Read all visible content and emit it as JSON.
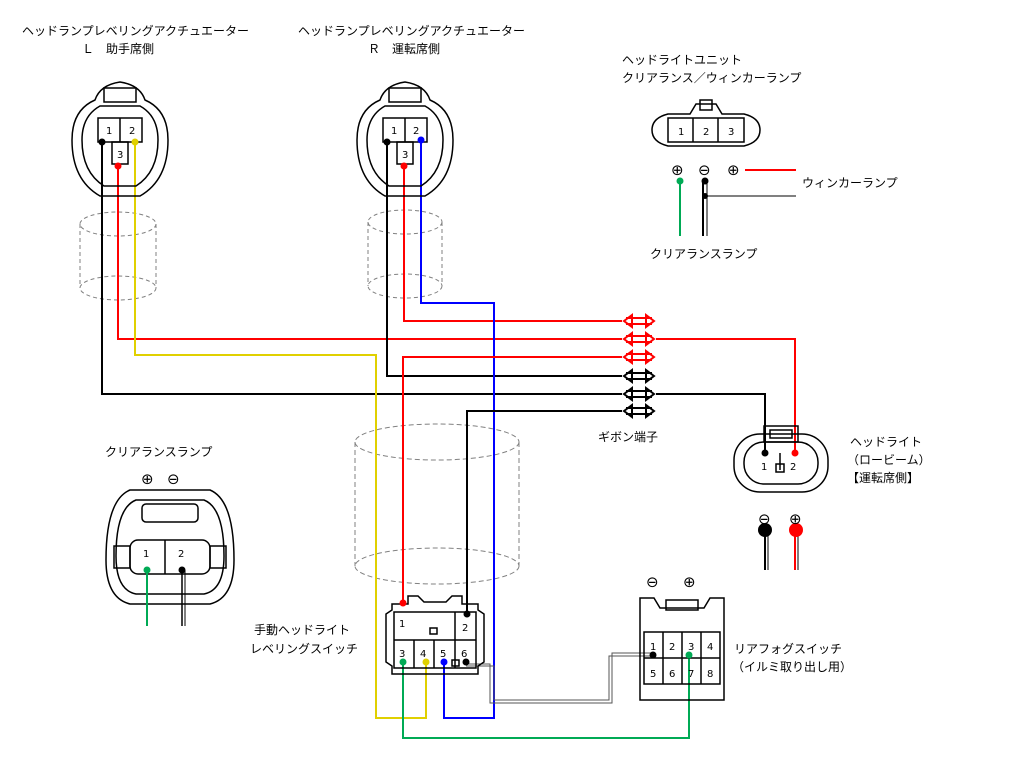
{
  "labels": {
    "actuator_l_line1": "ヘッドランプレベリングアクチュエーター",
    "actuator_l_line2": "Ｌ　助手席側",
    "actuator_r_line1": "ヘッドランプレベリングアクチュエーター",
    "actuator_r_line2": "Ｒ　運転席側",
    "unit_line1": "ヘッドライトユニット",
    "unit_line2": "クリアランス／ウィンカーランプ",
    "winker_lamp": "ウィンカーランプ",
    "clearance_lamp_top": "クリアランスランプ",
    "gibon_terminal": "ギボン端子",
    "headlight_line1": "ヘッドライト",
    "headlight_line2": "（ロービーム）",
    "headlight_line3": "【運転席側】",
    "clearance_lamp_left": "クリアランスランプ",
    "switch_line1": "手動ヘッドライト",
    "switch_line2": "レベリングスイッチ",
    "rearfog_line1": "リアフォグスイッチ",
    "rearfog_line2": "（イルミ取り出し用）"
  },
  "symbols": {
    "plus": "⊕",
    "minus": "⊖"
  },
  "pins": {
    "actuator_l": [
      "1",
      "2",
      "3"
    ],
    "actuator_r": [
      "1",
      "2",
      "3"
    ],
    "unit": [
      "1",
      "2",
      "3"
    ],
    "headlight": [
      "1",
      "2"
    ],
    "clearance": [
      "1",
      "2"
    ],
    "switch": [
      "1",
      "2",
      "3",
      "4",
      "5",
      "6"
    ],
    "rearfog": [
      "1",
      "2",
      "3",
      "4",
      "5",
      "6",
      "7",
      "8"
    ]
  },
  "colors": {
    "red": "#ff0000",
    "yellow": "#e0d000",
    "blue": "#0000ff",
    "green": "#00aa55",
    "black": "#000000",
    "gray_cylinder": "#808080"
  }
}
